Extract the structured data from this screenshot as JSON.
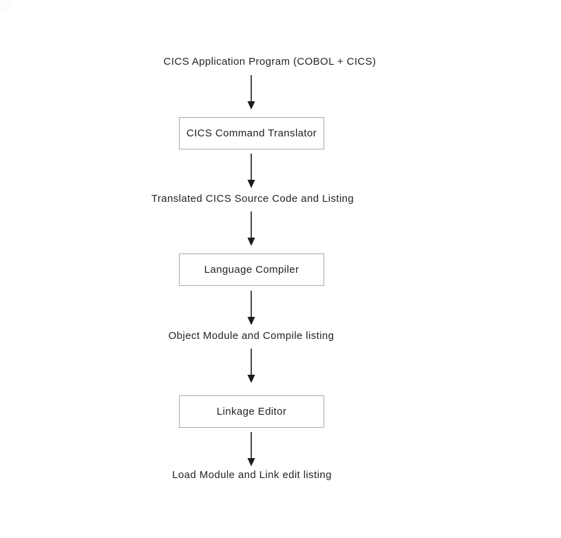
{
  "diagram": {
    "title": "CICS Application Program (COBOL + CICS)",
    "nodes": [
      {
        "type": "text",
        "label": "CICS Application Program (COBOL + CICS)"
      },
      {
        "type": "box",
        "label": "CICS Command Translator"
      },
      {
        "type": "text",
        "label": "Translated CICS Source Code and Listing"
      },
      {
        "type": "box",
        "label": "Language Compiler"
      },
      {
        "type": "text",
        "label": "Object Module and Compile listing"
      },
      {
        "type": "box",
        "label": "Linkage Editor"
      },
      {
        "type": "text",
        "label": "Load Module and Link edit listing"
      }
    ],
    "arrow_count": 6,
    "colors": {
      "background": "#ffffff",
      "text": "#242424",
      "box_border": "#a9a9a9",
      "arrow": "#1b1b1b"
    }
  }
}
